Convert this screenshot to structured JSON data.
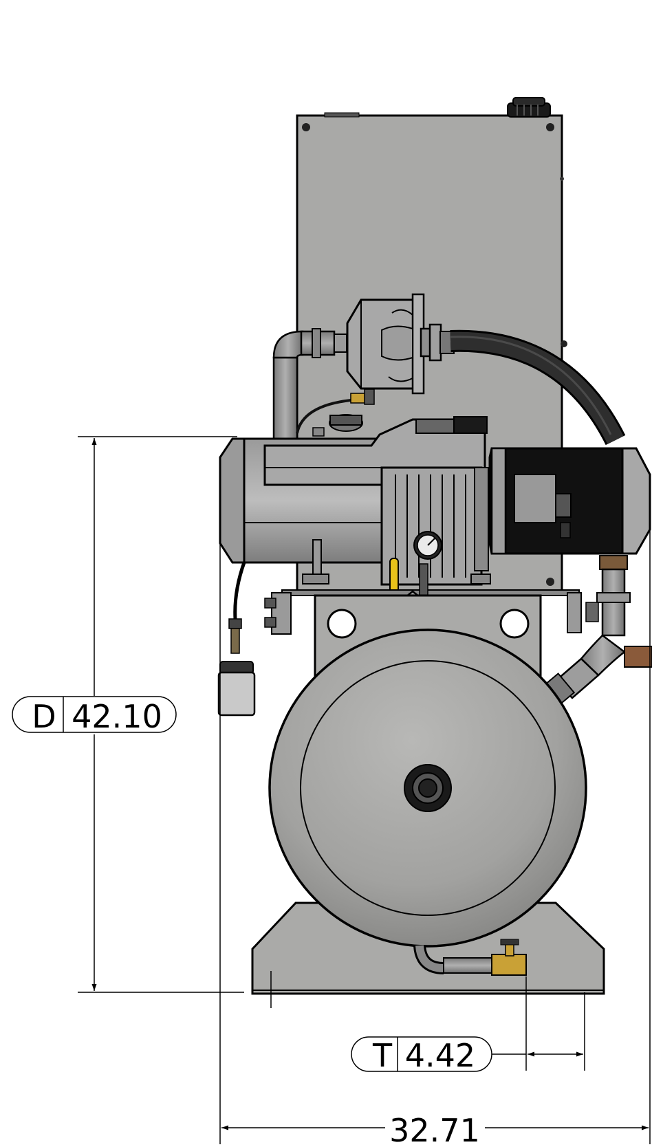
{
  "dimensions": {
    "height": {
      "prefix": "D",
      "value": "42.10"
    },
    "offset": {
      "prefix": "T",
      "value": "4.42"
    },
    "width": {
      "value": "32.71"
    }
  },
  "colors": {
    "panel": "#a9a9a7",
    "panel_dark": "#8e8e8c",
    "tank": "#a3a3a1",
    "metal_dark": "#5a5a5a",
    "black": "#111111",
    "hose": "#2a2a2a",
    "brass": "#c9a136",
    "yellow": "#e8c21a",
    "outline": "#000000"
  }
}
